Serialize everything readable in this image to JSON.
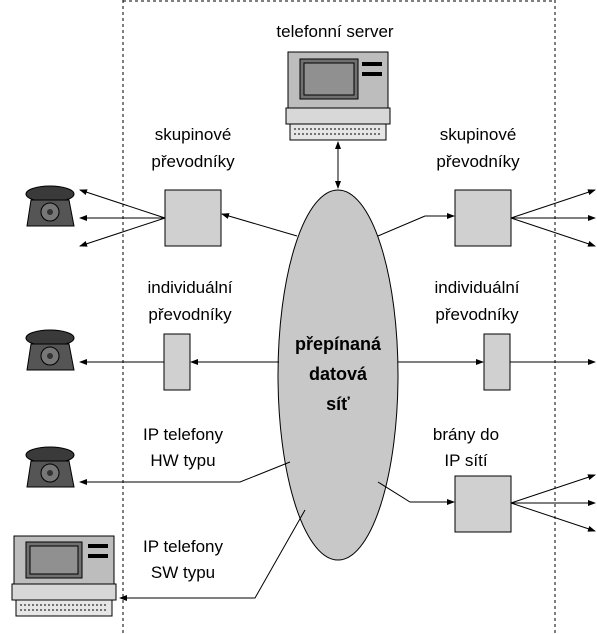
{
  "labels": {
    "server": "telefonní server",
    "group_left_1": "skupinové",
    "group_left_2": "převodníky",
    "group_right_1": "skupinové",
    "group_right_2": "převodníky",
    "indiv_left_1": "individuální",
    "indiv_left_2": "převodníky",
    "indiv_right_1": "individuální",
    "indiv_right_2": "převodníky",
    "network_1": "přepínaná",
    "network_2": "datová",
    "network_3": "síť",
    "iphw_1": "IP telefony",
    "iphw_2": "HW typu",
    "ipsw_1": "IP telefony",
    "ipsw_2": "SW typu",
    "gateway_1": "brány do",
    "gateway_2": "IP sítí"
  },
  "colors": {
    "box_fill": "#d0d0d0",
    "ellipse_fill": "#c8c8c8",
    "stroke": "#000000",
    "phone_fill": "#555555"
  }
}
